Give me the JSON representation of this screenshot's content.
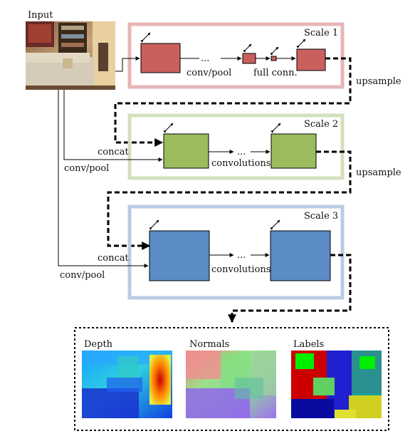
{
  "input": {
    "label": "Input"
  },
  "scales": [
    {
      "title": "Scale 1",
      "border": "#e6b5b5",
      "block": "#c9605e",
      "edge_label": "conv/pool",
      "fc_label": "full conn."
    },
    {
      "title": "Scale 2",
      "border": "#d3e0bd",
      "block": "#9bbc5d",
      "conv_label": "convolutions",
      "concat_label": "concat",
      "in_label": "conv/pool"
    },
    {
      "title": "Scale 3",
      "border": "#b8cce3",
      "block": "#5b8cc5",
      "conv_label": "convolutions",
      "concat_label": "concat",
      "in_label": "conv/pool"
    }
  ],
  "upsample_labels": [
    "upsample",
    "upsample"
  ],
  "ellipsis": "...",
  "outputs": [
    {
      "name": "Depth"
    },
    {
      "name": "Normals"
    },
    {
      "name": "Labels"
    }
  ]
}
